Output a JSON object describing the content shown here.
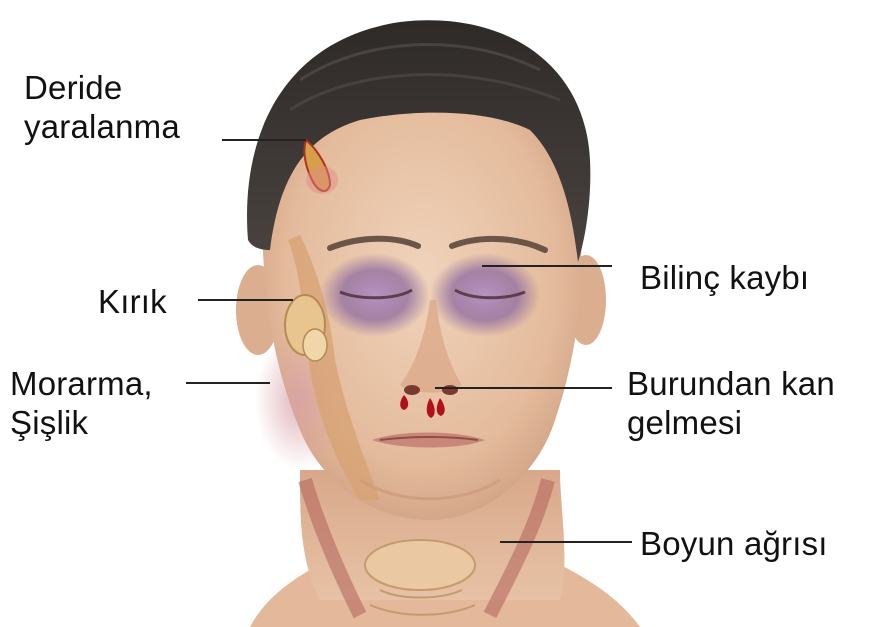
{
  "labels": {
    "deride": {
      "line1": "Deride",
      "line2": "yaralanma"
    },
    "kirik": {
      "text": "Kırık"
    },
    "morarma": {
      "line1": "Morarma,",
      "line2": "Şişlik"
    },
    "bilinc": {
      "text": "Bilinç kaybı"
    },
    "burun": {
      "line1": "Burundan kan",
      "line2": "gelmesi"
    },
    "boyun": {
      "text": "Boyun ağrısı"
    }
  },
  "colors": {
    "skin": "#e6bfa0",
    "hair": "#3f3936",
    "bruise": "#8e6aa0",
    "blood": "#b0101a",
    "leader_line": "#222222",
    "text": "#111111"
  }
}
